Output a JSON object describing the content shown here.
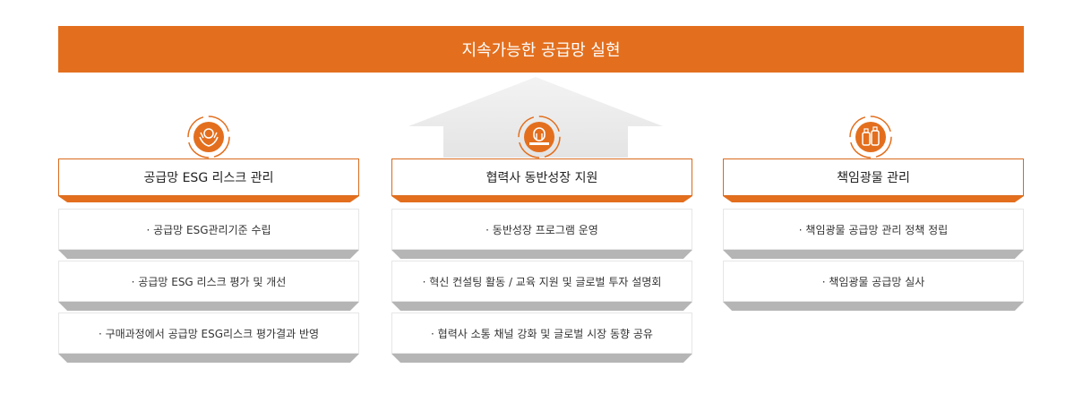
{
  "title": "지속가능한 공급망 실현",
  "colors": {
    "accent": "#e36f1e",
    "arrow": "#e9e9e9",
    "tray": "#b5b5b5"
  },
  "columns": [
    {
      "icon": "hands-globe-icon",
      "header": "공급망 ESG 리스크 관리",
      "items": [
        "· 공급망 ESG관리기준 수립",
        "· 공급망 ESG 리스크 평가 및 개선",
        "· 구매과정에서 공급망 ESG리스크 평가결과 반영"
      ]
    },
    {
      "icon": "growth-stand-icon",
      "header": "협력사 동반성장 지원",
      "items": [
        "· 동반성장 프로그램 운영",
        "· 혁신 컨설팅 활동 / 교육 지원 및 글로벌 투자 설명회",
        "· 협력사 소통 채널 강화 및 글로벌 시장 동향 공유"
      ]
    },
    {
      "icon": "mineral-bottles-icon",
      "header": "책임광물 관리",
      "items": [
        "· 책임광물 공급망 관리 정책 정립",
        "· 책임광물 공급망 실사"
      ]
    }
  ]
}
